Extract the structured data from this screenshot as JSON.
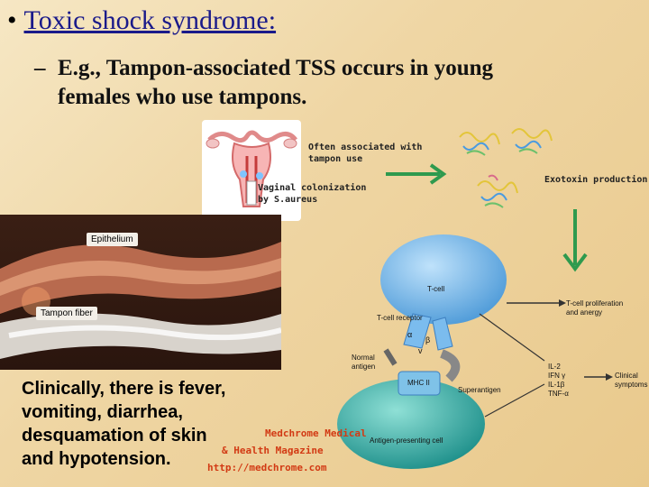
{
  "heading": {
    "bullet": "•",
    "title": "Toxic shock syndrome:"
  },
  "subbullet": {
    "dash": "–",
    "line1": "E.g., Tampon-associated TSS occurs in young",
    "line2": "females who use tampons."
  },
  "uterus_notes": {
    "note1_line1": "Often associated with",
    "note1_line2": "tampon use",
    "note2_line1": "Vaginal colonization",
    "note2_line2": "by S.aureus"
  },
  "exotoxin_label": "Exotoxin production",
  "tissue_image": {
    "epithelium_label": "Epithelium",
    "tampon_label": "Tampon fiber"
  },
  "immune_diagram": {
    "tcell": "T-cell",
    "tcell_prolif_1": "T-cell proliferation",
    "tcell_prolif_2": "and anergy",
    "tcell_receptor": "T-cell receptor",
    "alpha": "α",
    "beta": "β",
    "vee": "v",
    "normal_1": "Normal",
    "normal_2": "antigen",
    "mhc": "MHC II",
    "superantigen": "Superantigen",
    "apc": "Antigen-presenting cell",
    "cytokines": [
      "IL-2",
      "IFN γ",
      "IL-1β",
      "TNF-α"
    ],
    "clinical_1": "Clinical",
    "clinical_2": "symptoms"
  },
  "clinical_text": {
    "line1": "Clinically, there is fever,",
    "line2": "vomiting, diarrhea,",
    "line3": "desquamation of skin",
    "line4": "and hypotension."
  },
  "watermark": {
    "line1": "Medchrome Medical",
    "line2": "& Health Magazine",
    "line3": "http://medchrome.com"
  },
  "colors": {
    "arrow_green": "#2f9a4e",
    "cell_blue": "#6ab0e6",
    "apc_teal": "#3fb3b0",
    "watermark_orange": "#d23a14"
  }
}
